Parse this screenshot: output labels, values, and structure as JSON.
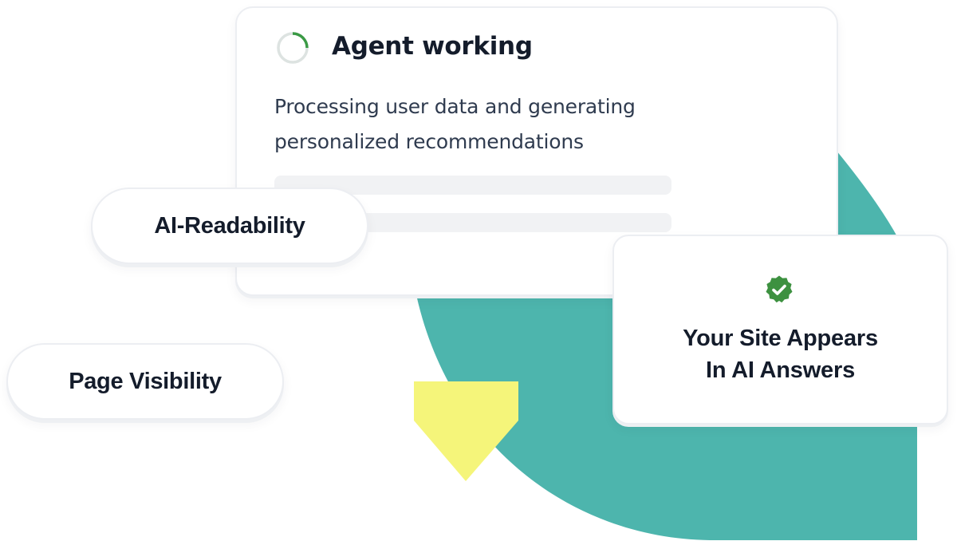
{
  "status_card": {
    "spinner_icon": "loading-spinner-icon",
    "title": "Agent working",
    "description": "Processing user data and generating personalized recommendations",
    "skeleton_lines": 2
  },
  "feature_pills": [
    {
      "label": "AI-Readability"
    },
    {
      "label": "Page Visibility"
    }
  ],
  "result_card": {
    "badge_icon": "verified-check-icon",
    "line1": "Your Site Appears",
    "line2": "In AI Answers"
  },
  "colors": {
    "teal_shape": "#4db5ad",
    "yellow_shape": "#f5f57a",
    "spinner_track": "#dde3e1",
    "spinner_progress": "#3a9a45",
    "badge_green": "#3d9140",
    "text_dark": "#141c2b",
    "text_body": "#2f3b4f",
    "skeleton": "#f1f2f4"
  }
}
